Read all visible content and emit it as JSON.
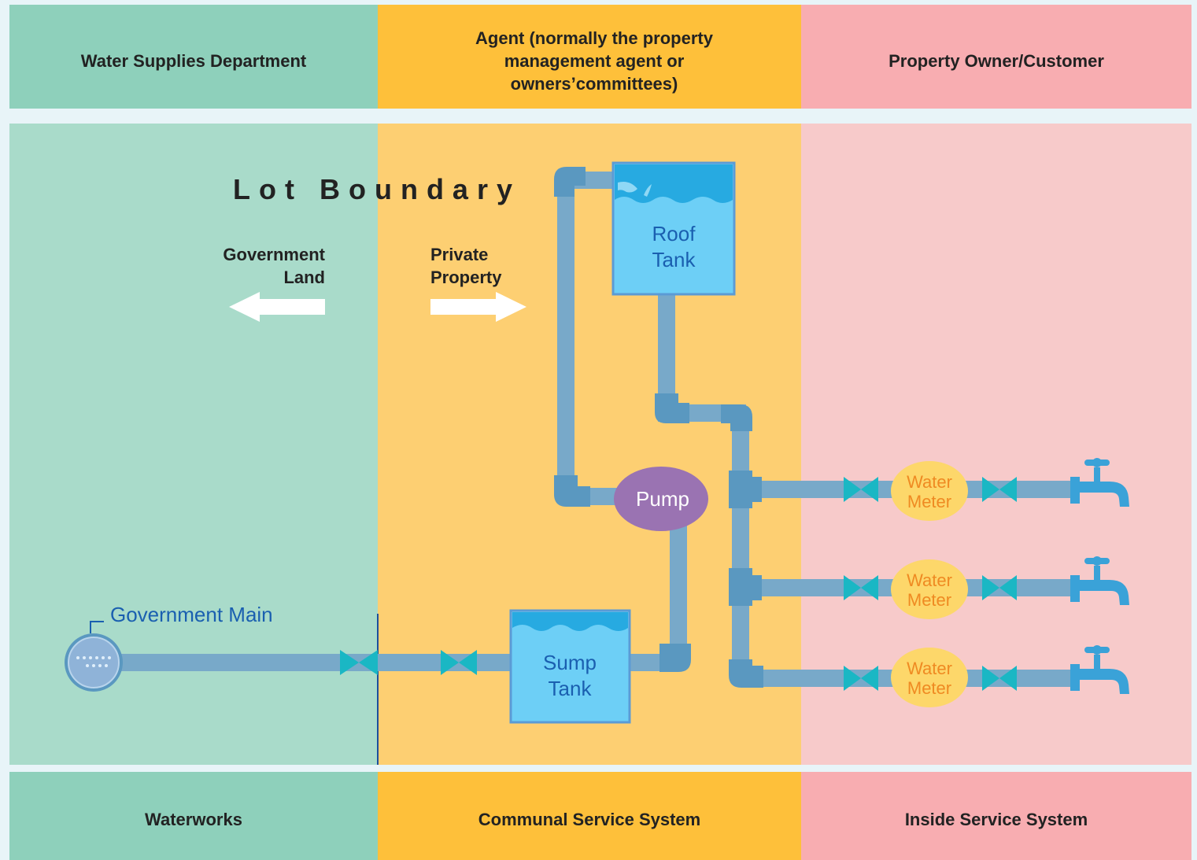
{
  "colors": {
    "green_header": "#8ed0bb",
    "green_body": "#a9dbca",
    "orange_header": "#fec03a",
    "orange_body": "#fdcf72",
    "pink_header": "#f8adb1",
    "pink_body": "#f7caca",
    "pipe": "#78a9c9",
    "pipe_joint": "#5a98c0",
    "valve": "#1ab7c4",
    "tank_fill": "#6dcff6",
    "tank_water": "#27aae1",
    "tank_border": "#5b9bd5",
    "pump": "#9a73b2",
    "meter": "#fdd76a",
    "faucet": "#3aa2d8"
  },
  "header": {
    "col1": "Water Supplies Department",
    "col2_line1": "Agent (normally the property",
    "col2_line2": "management agent or",
    "col2_line3": "owners’committees)",
    "col3": "Property Owner/Customer"
  },
  "footer": {
    "col1": "Waterworks",
    "col2": "Communal Service System",
    "col3": "Inside Service System"
  },
  "diagram": {
    "lot_boundary": "Lot Boundary",
    "government_land_line1": "Government",
    "government_land_line2": "Land",
    "private_property_line1": "Private",
    "private_property_line2": "Property",
    "government_main": "Government Main",
    "roof_tank_line1": "Roof",
    "roof_tank_line2": "Tank",
    "sump_tank_line1": "Sump",
    "sump_tank_line2": "Tank",
    "pump": "Pump",
    "meters": [
      {
        "line1": "Water",
        "line2": "Meter"
      },
      {
        "line1": "Water",
        "line2": "Meter"
      },
      {
        "line1": "Water",
        "line2": "Meter"
      }
    ]
  }
}
